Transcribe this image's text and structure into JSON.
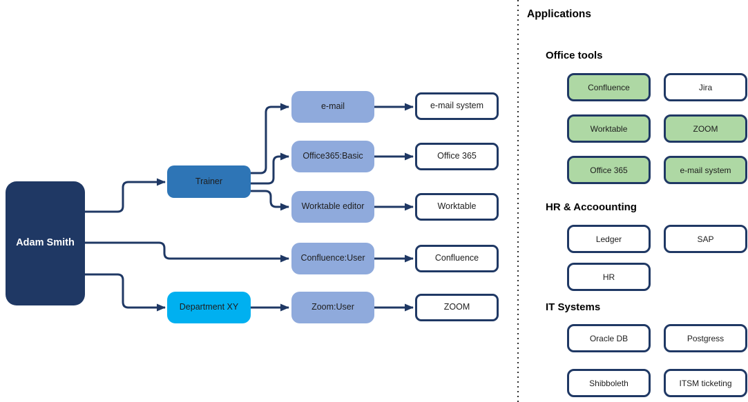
{
  "colors": {
    "navy": "#1F3864",
    "role_blue": "#2E75B6",
    "department_cyan": "#00B0F0",
    "entitlement_blue": "#8FAADC",
    "granted_green": "#AED8A4",
    "app_white": "#FFFFFF"
  },
  "diagram": {
    "user": {
      "label": "Adam Smith"
    },
    "roles": [
      {
        "label": "Trainer"
      },
      {
        "label": "Department XY"
      }
    ],
    "entitlements": [
      {
        "label": "e-mail"
      },
      {
        "label": "Office365:Basic"
      },
      {
        "label": "Worktable editor"
      },
      {
        "label": "Confluence:User"
      },
      {
        "label": "Zoom:User"
      }
    ],
    "applications": [
      {
        "label": "e-mail system"
      },
      {
        "label": "Office 365"
      },
      {
        "label": "Worktable"
      },
      {
        "label": "Confluence"
      },
      {
        "label": "ZOOM"
      }
    ]
  },
  "panel": {
    "title": "Applications",
    "sections": [
      {
        "title": "Office tools",
        "apps": [
          {
            "label": "Confluence",
            "granted": true
          },
          {
            "label": "Jira",
            "granted": false
          },
          {
            "label": "Worktable",
            "granted": true
          },
          {
            "label": "ZOOM",
            "granted": true
          },
          {
            "label": "Office 365",
            "granted": true
          },
          {
            "label": "e-mail system",
            "granted": true
          }
        ]
      },
      {
        "title": "HR & Accoounting",
        "apps": [
          {
            "label": "Ledger",
            "granted": false
          },
          {
            "label": "SAP",
            "granted": false
          },
          {
            "label": "HR",
            "granted": false
          }
        ]
      },
      {
        "title": "IT Systems",
        "apps": [
          {
            "label": "Oracle DB",
            "granted": false
          },
          {
            "label": "Postgress",
            "granted": false
          },
          {
            "label": "Shibboleth",
            "granted": false
          },
          {
            "label": "ITSM ticketing",
            "granted": false
          }
        ]
      }
    ]
  }
}
